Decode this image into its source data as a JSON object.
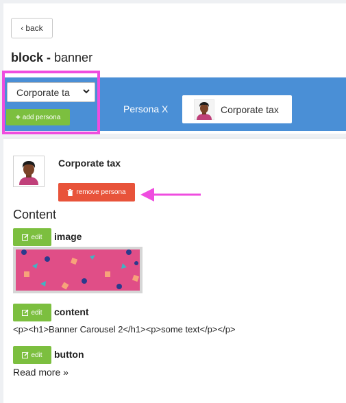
{
  "header": {
    "back_label": "back",
    "title_bold": "block -",
    "title_rest": " banner"
  },
  "persona_bar": {
    "select_value": "Corporate ta",
    "add_persona_label": "add persona",
    "persona_x_label": "Persona X",
    "active_tab_label": "Corporate tax"
  },
  "persona_detail": {
    "name": "Corporate tax",
    "remove_label": "remove persona"
  },
  "content": {
    "heading": "Content",
    "edit_label": "edit",
    "fields": [
      {
        "label": "image"
      },
      {
        "label": "content",
        "value": "<p><h1>Banner Carousel 2</h1><p>some text</p></p>"
      },
      {
        "label": "button",
        "value": "Read more »"
      }
    ]
  },
  "colors": {
    "blue_bar": "#4a8fd6",
    "green_button": "#7cbf3f",
    "red_button": "#e8533a",
    "annotation_pink": "#ef4ddf",
    "banner_pink": "#e04e87"
  },
  "icons": [
    "chevron-left-icon",
    "caret-down-icon",
    "plus-icon",
    "avatar-icon",
    "trash-icon",
    "pencil-square-icon",
    "arrow-left-annotation-icon"
  ]
}
